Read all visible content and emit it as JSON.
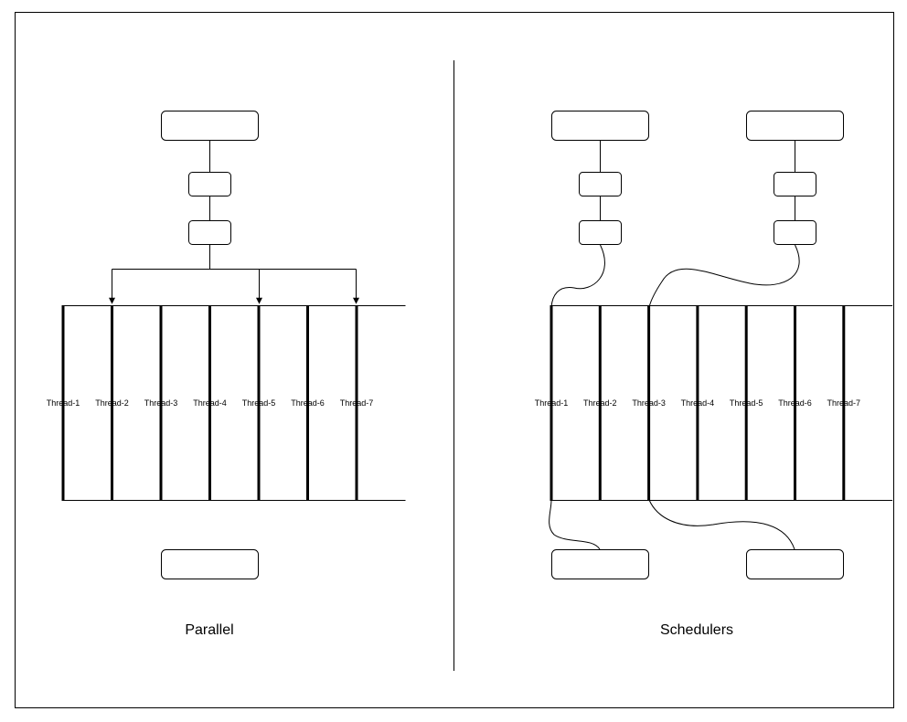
{
  "parallel": {
    "caption": "Parallel",
    "threads": [
      "Thread-1",
      "Thread-2",
      "Thread-3",
      "Thread-4",
      "Thread-5",
      "Thread-6",
      "Thread-7"
    ]
  },
  "schedulers": {
    "caption": "Schedulers",
    "threads": [
      "Thread-1",
      "Thread-2",
      "Thread-3",
      "Thread-4",
      "Thread-5",
      "Thread-6",
      "Thread-7"
    ]
  }
}
